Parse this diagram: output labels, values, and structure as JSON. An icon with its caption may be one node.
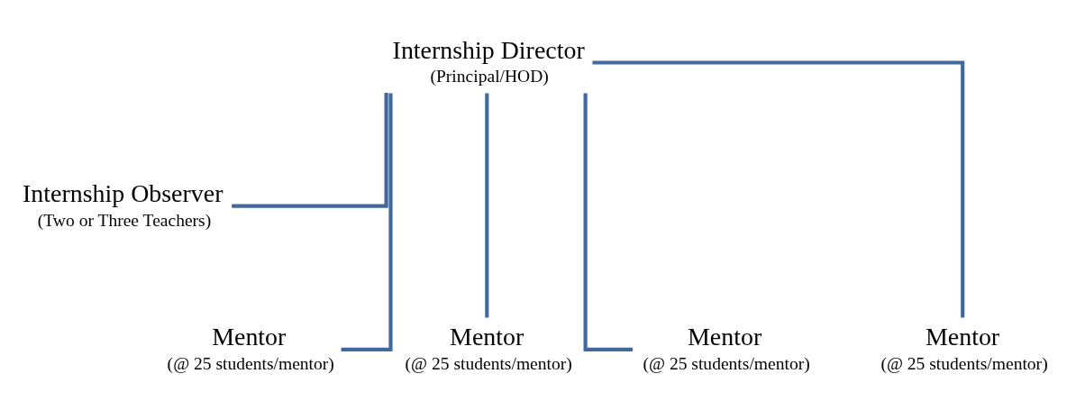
{
  "diagram": {
    "nodes": [
      {
        "text": [
          "Internship Director",
          "(Principal/HOD)"
        ]
      },
      {
        "text": [
          "Internship Observer",
          "(Two or Three Teachers)"
        ]
      },
      {
        "text": [
          "Mentor",
          "(@ 25 students/mentor)"
        ]
      },
      {
        "text": [
          "Mentor",
          "(@ 25 students/mentor)"
        ]
      },
      {
        "text": [
          "Mentor",
          "(@ 25 students/mentor)"
        ]
      },
      {
        "text": [
          "Mentor",
          "(@ 25 students/mentor)"
        ]
      }
    ],
    "edges": [
      {
        "from": 0,
        "to": 1,
        "arrow": "none"
      },
      {
        "from": 0,
        "to": 2,
        "arrow": "none"
      },
      {
        "from": 0,
        "to": 3,
        "arrow": "none"
      },
      {
        "from": 0,
        "to": 4,
        "arrow": "none"
      },
      {
        "from": 0,
        "to": 5,
        "arrow": "none"
      }
    ]
  }
}
